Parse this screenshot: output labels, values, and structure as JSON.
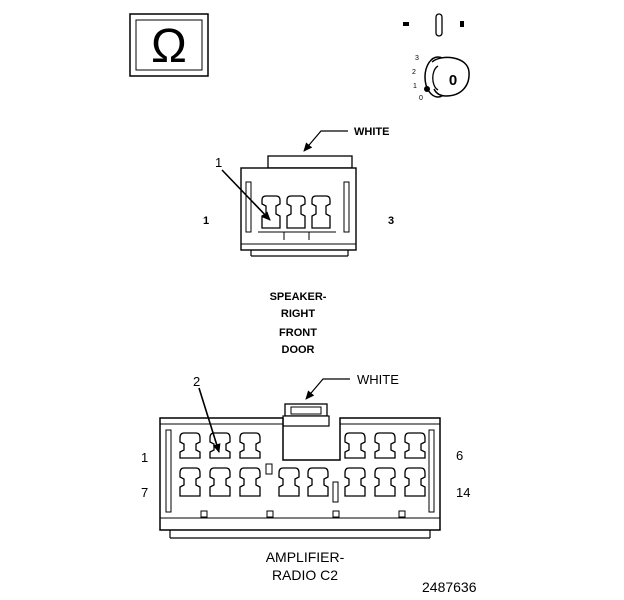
{
  "ohm_symbol": "Ω",
  "ignition_switch": {
    "key_label": "0",
    "positions": [
      "3",
      "2",
      "1",
      "0"
    ]
  },
  "connector1": {
    "color_label": "WHITE",
    "callout": "1",
    "pin_left": "1",
    "pin_right": "3",
    "name_lines": [
      "SPEAKER-",
      "RIGHT",
      "FRONT",
      "DOOR"
    ]
  },
  "connector2": {
    "color_label": "WHITE",
    "callout": "2",
    "pin_top_left": "1",
    "pin_top_right": "6",
    "pin_bottom_left": "7",
    "pin_bottom_right": "14",
    "name_lines": [
      "AMPLIFIER-",
      "RADIO C2"
    ]
  },
  "figure_number": "2487636"
}
